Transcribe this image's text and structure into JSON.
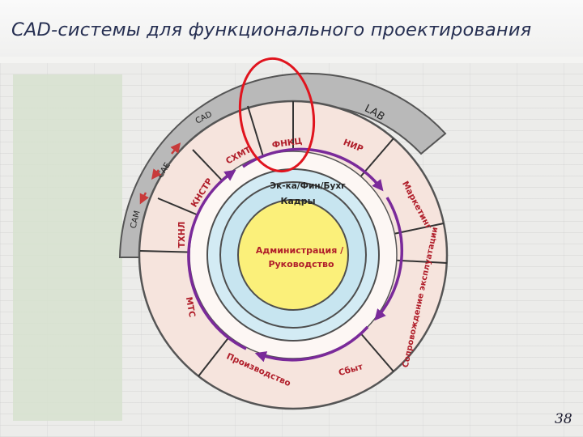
{
  "title": "CAD-системы для функционального проектирования",
  "page_number": "38",
  "center": {
    "line1": "Администрация /",
    "line2": "Руководство"
  },
  "inner_ring": {
    "line1": "Эк-ка/Фин/Бухг",
    "line2": "Кадры"
  },
  "sectors": [
    "ФНКЦ",
    "НИР",
    "Маркетинг",
    "Сопровождение эксплуатации",
    "Сбыт",
    "Производство",
    "МТС",
    "ТХНЛ",
    "КНСТР",
    "СХМТ"
  ],
  "outer_band": {
    "lab": "LAB",
    "cad": "CAD",
    "cae": "CAE",
    "cam": "CAM"
  },
  "colors": {
    "ring_fill": "#f6e4dd",
    "center_fill": "#fbf07a",
    "blue_ring": "#cfe9f2",
    "purple": "#7a2a9a",
    "label_red": "#b01e2a",
    "gray_band": "#b9b9b9",
    "highlight": "#e0141e"
  }
}
